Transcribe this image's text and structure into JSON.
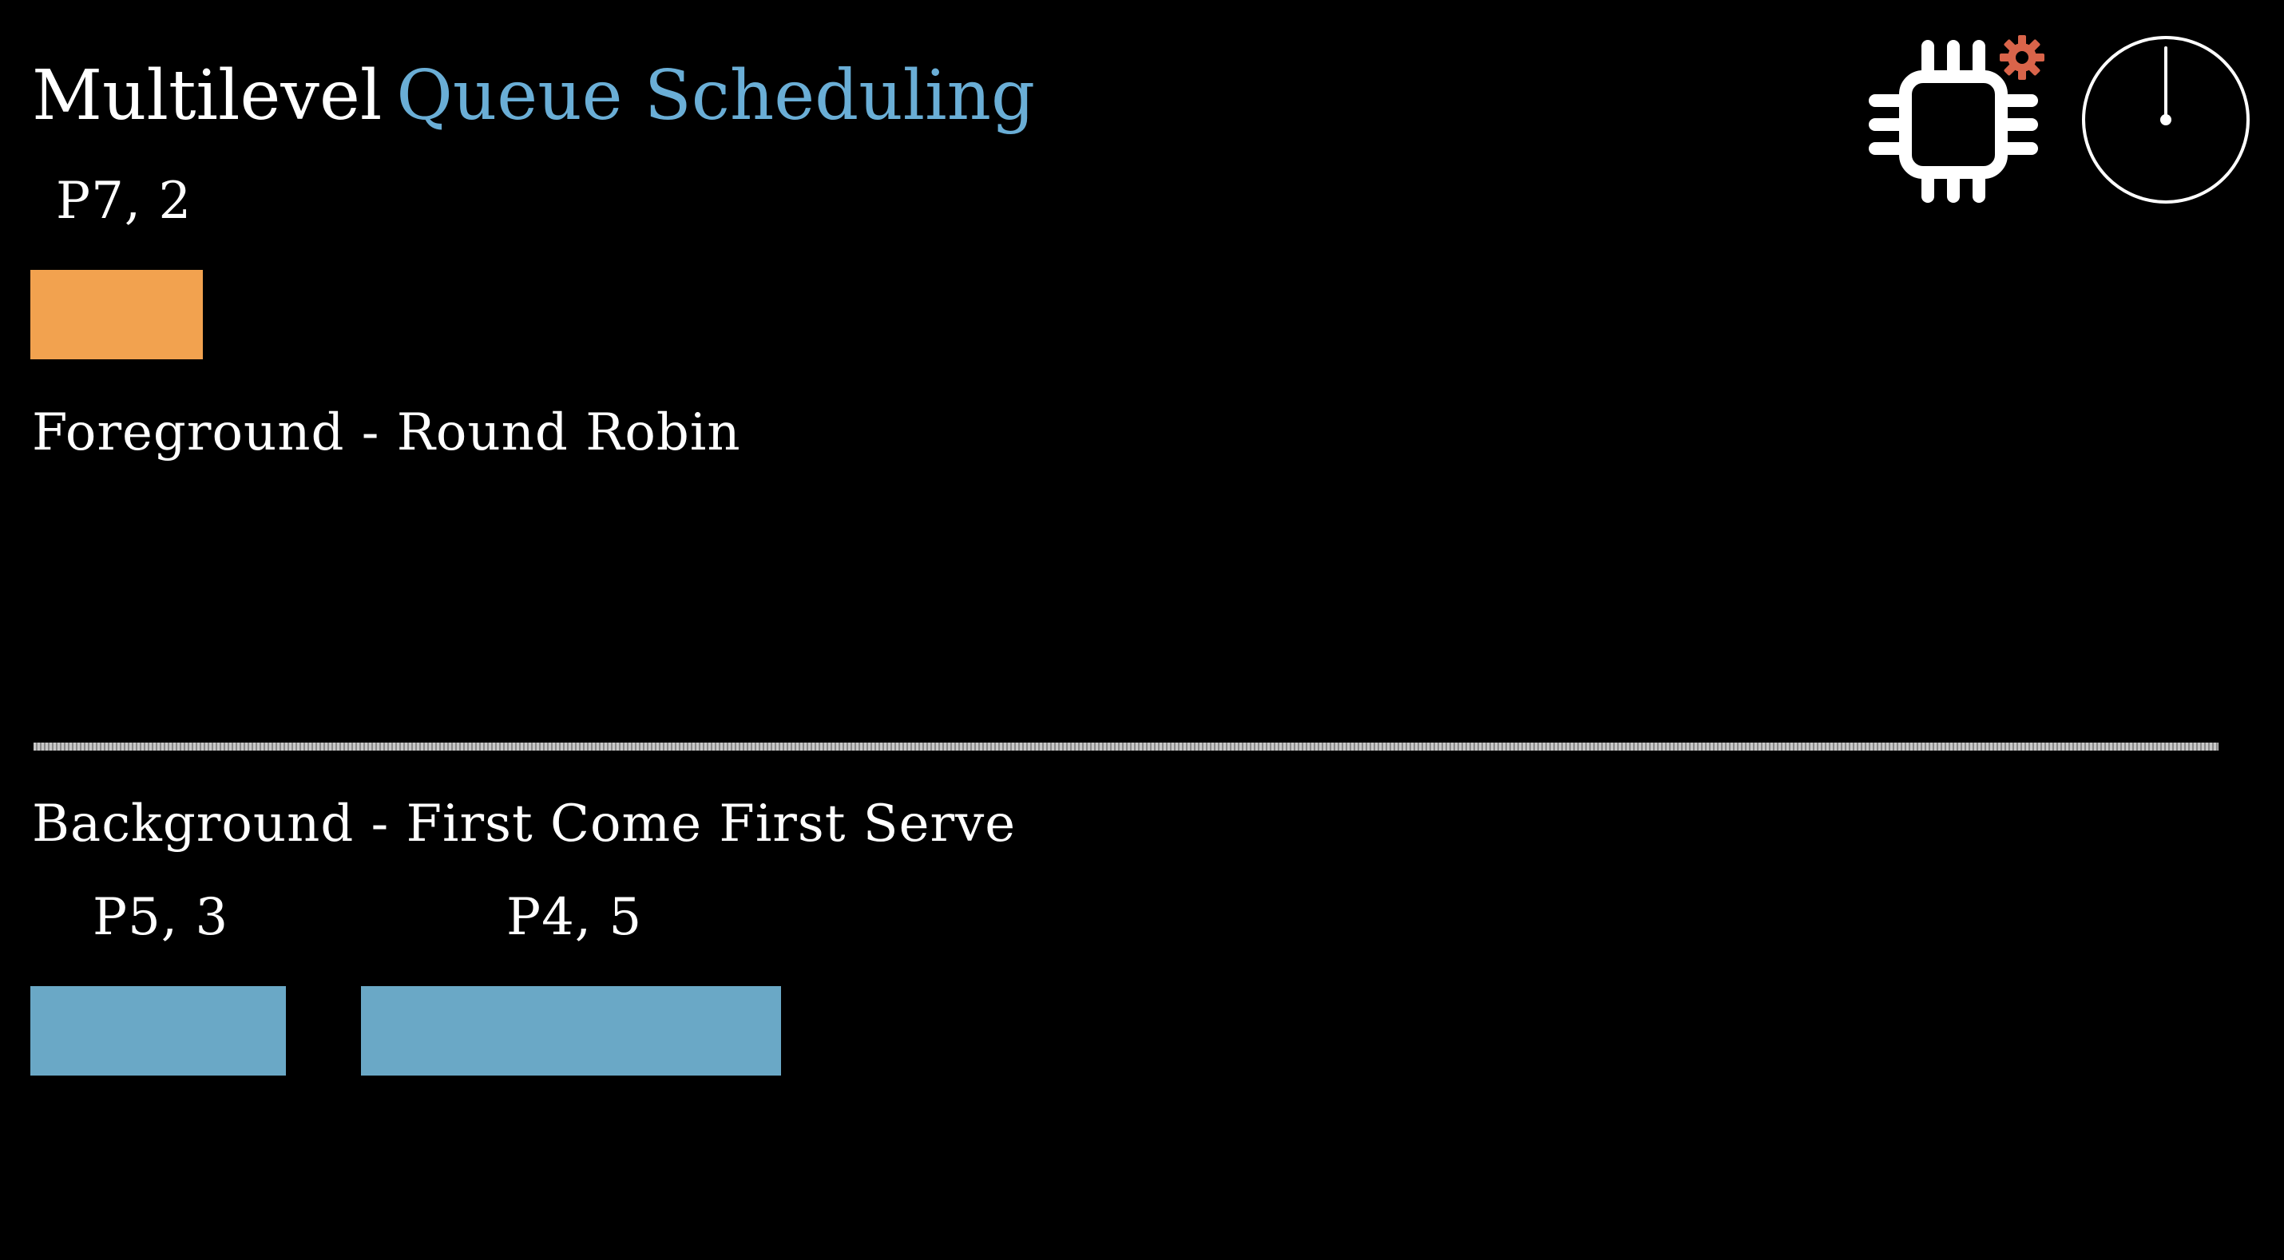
{
  "title": {
    "part1": "Multilevel",
    "part2": "Queue Scheduling"
  },
  "foreground": {
    "label": "Foreground - Round Robin",
    "processes": [
      {
        "label": "P7, 2",
        "burst": 2
      }
    ]
  },
  "background": {
    "label": "Background - First Come First Serve",
    "processes": [
      {
        "label": "P5, 3",
        "burst": 3
      },
      {
        "label": "P4, 5",
        "burst": 5
      }
    ]
  },
  "colors": {
    "title_accent": "#6aaed6",
    "foreground_block": "#f2a24f",
    "background_block": "#6aa8c6",
    "gear": "#d9644a"
  },
  "icons": {
    "cpu": "cpu-chip-icon",
    "gear": "gear-icon",
    "clock": "clock-icon"
  }
}
